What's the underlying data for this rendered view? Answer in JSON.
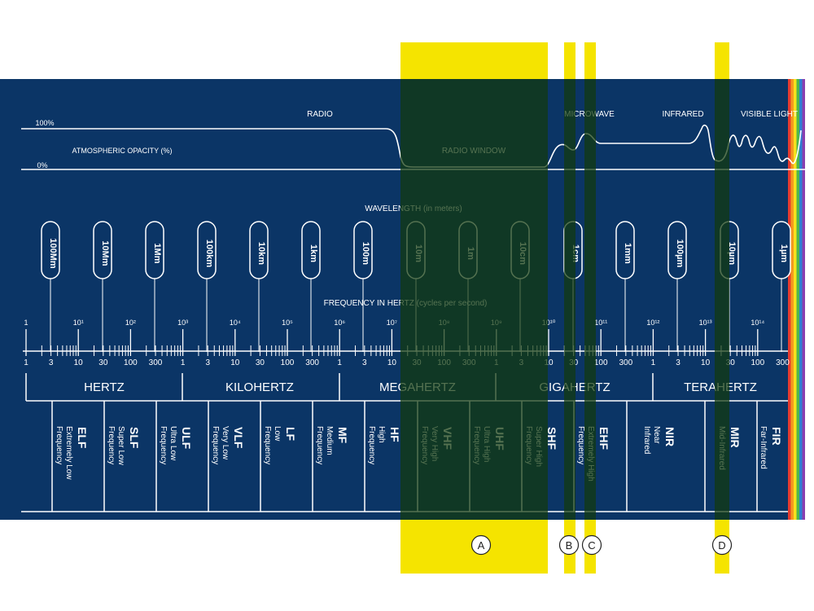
{
  "colors": {
    "background": "#0b3566",
    "line": "#ffffff",
    "highlight": "#f5e400",
    "highlight_overlay": "#123a0c",
    "highlight_text": "#f5e400"
  },
  "spectrum": {
    "radio_label": "RADIO",
    "microwave_label": "MICROWAVE",
    "infrared_label": "INFRARED",
    "visible_label": "VISIBLE LIGHT",
    "radio_window_label": "RADIO WINDOW",
    "opacity_label": "ATMOSPHERIC OPACITY (%)",
    "opacity_high": "100%",
    "opacity_low": "0%"
  },
  "wavelength": {
    "title": "WAVELENGTH (in meters)",
    "labels": [
      "100Mm",
      "10Mm",
      "1Mm",
      "100km",
      "10km",
      "1km",
      "100m",
      "10m",
      "1m",
      "10cm",
      "1cm",
      "1mm",
      "100µm",
      "10µm",
      "1µm"
    ]
  },
  "frequency": {
    "title": "FREQUENCY IN HERTZ (cycles per second)",
    "powers": [
      "1",
      "10¹",
      "10²",
      "10³",
      "10⁴",
      "10⁵",
      "10⁶",
      "10⁷",
      "10⁸",
      "10⁹",
      "10¹⁰",
      "10¹¹",
      "10¹²",
      "10¹³",
      "10¹⁴"
    ],
    "scale_labels": [
      "1",
      "3",
      "10",
      "30",
      "100",
      "300"
    ]
  },
  "units": [
    "HERTZ",
    "KILOHERTZ",
    "MEGAHERTZ",
    "GIGAHERTZ",
    "TERAHERTZ"
  ],
  "bands": [
    {
      "abbr": "ELF",
      "line1": "Extremely Low",
      "line2": "Frequency"
    },
    {
      "abbr": "SLF",
      "line1": "Super Low",
      "line2": "Frequency"
    },
    {
      "abbr": "ULF",
      "line1": "Ultra Low",
      "line2": "Frequency"
    },
    {
      "abbr": "VLF",
      "line1": "Very Low",
      "line2": "Frequency"
    },
    {
      "abbr": "LF",
      "line1": "Low",
      "line2": "Frequency"
    },
    {
      "abbr": "MF",
      "line1": "Medium",
      "line2": "Frequency"
    },
    {
      "abbr": "HF",
      "line1": "High",
      "line2": "Frequency"
    },
    {
      "abbr": "VHF",
      "line1": "Very High",
      "line2": "Frequency"
    },
    {
      "abbr": "UHF",
      "line1": "Ultra High",
      "line2": "Frequency"
    },
    {
      "abbr": "SHF",
      "line1": "Super High",
      "line2": "Frequency"
    },
    {
      "abbr": "EHF",
      "line1": "Extremely High",
      "line2": "Frequency"
    },
    {
      "abbr": "NIR",
      "line1": "Near",
      "line2": "Infrared"
    },
    {
      "abbr": "MIR",
      "line1": "Mid-Infrared",
      "line2": ""
    },
    {
      "abbr": "FIR",
      "line1": "Far-Infrared",
      "line2": ""
    }
  ],
  "highlights": [
    {
      "label": "A"
    },
    {
      "label": "B"
    },
    {
      "label": "C"
    },
    {
      "label": "D"
    }
  ],
  "visible_stripe_colors": [
    "#e63c2e",
    "#f39a1f",
    "#f7e11e",
    "#4fb848",
    "#2f7fd1",
    "#8a3fb0"
  ]
}
